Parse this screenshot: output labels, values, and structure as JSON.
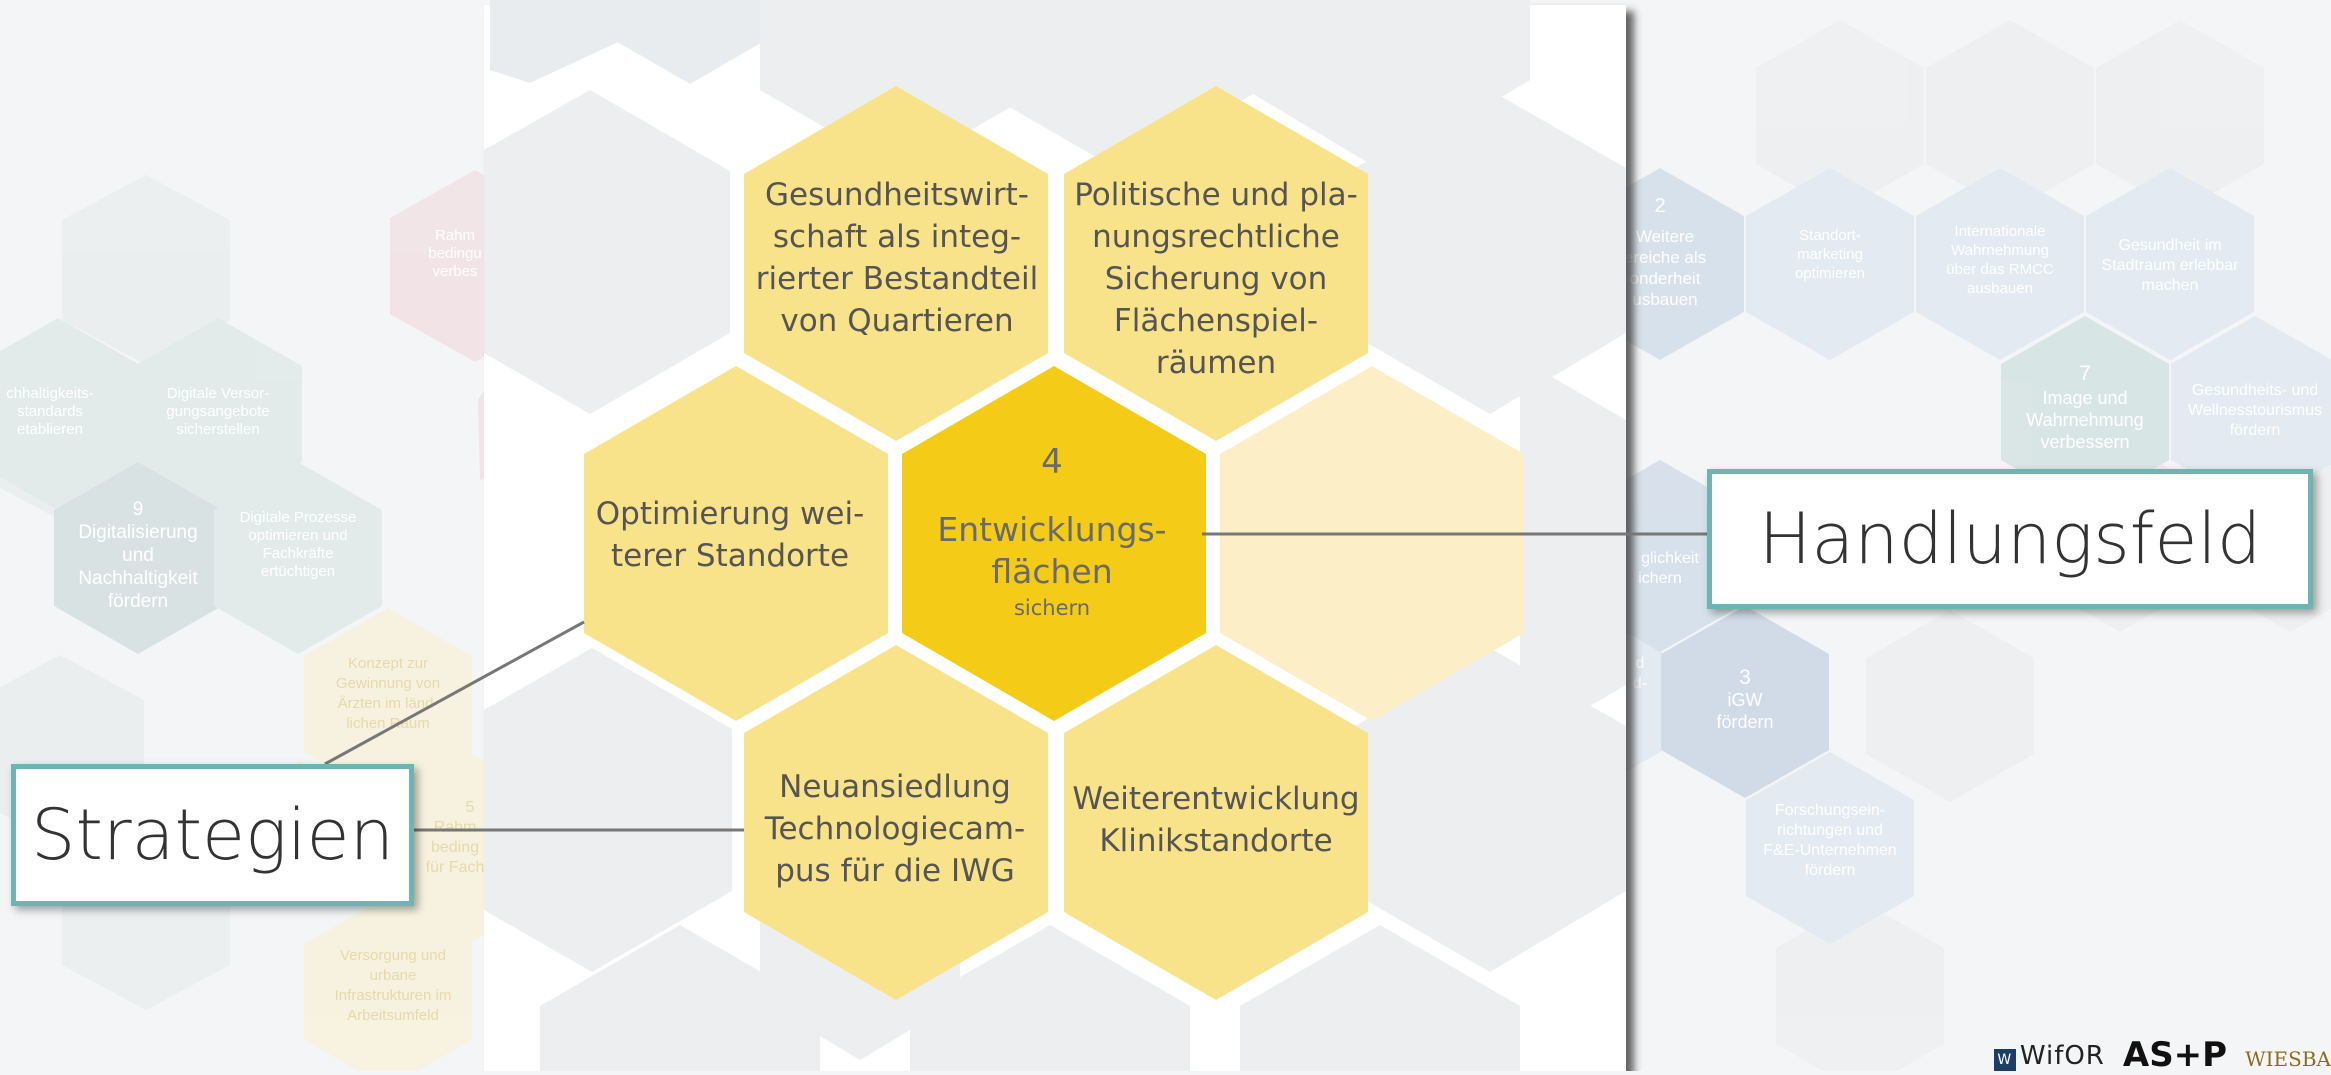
{
  "colors": {
    "background": "#f4f5f6",
    "panel": "#ffffff",
    "panel_shadow": "#3c3c3c",
    "hex_grey": "#e9ebed",
    "hex_grey_dark": "#dde1e3",
    "hex_yellow": "#f8e38a",
    "hex_yellow_light": "#fcefc7",
    "hex_center": "#f4cc18",
    "text_dark": "#555555",
    "text_center": "#6a6a6a",
    "line": "#777777",
    "callout_border": "#6fb3b3",
    "left_teal": "#d6e2e1",
    "left_teal_dark": "#c3d3d2",
    "left_pink": "#f1d7da",
    "left_yellow": "#fbf0cf",
    "right_blue": "#d8e3ee",
    "right_blue_dark": "#c4d4e4",
    "right_teal": "#c7dcda"
  },
  "center": {
    "number": "4",
    "title_lines": [
      "Entwicklungs-",
      "flächen"
    ],
    "subtitle": "sichern"
  },
  "strategies": [
    {
      "id": "top-left",
      "lines": [
        "Gesundheitswirt-",
        "schaft als integ-",
        "rierter Bestandteil",
        "von Quartieren"
      ]
    },
    {
      "id": "top-right",
      "lines": [
        "Politische und pla-",
        "nungsrechtliche",
        "Sicherung von",
        "Flächenspiel-",
        "räumen"
      ]
    },
    {
      "id": "left",
      "lines": [
        "Optimierung wei-",
        "terer Standorte"
      ]
    },
    {
      "id": "bottom-left",
      "lines": [
        "Neuansiedlung",
        "Technologiecam-",
        "pus für die IWG"
      ]
    },
    {
      "id": "bottom-right",
      "lines": [
        "Weiterentwicklung",
        "Klinikstandorte"
      ]
    }
  ],
  "callouts": {
    "handlungsfeld": "Handlungsfeld",
    "strategien": "Strategien"
  },
  "background_left": {
    "fragment_rahmen": [
      "Rahm",
      "bedingu",
      "verbes"
    ],
    "nachhaltigkeit": [
      "chhaltigkeits-",
      "standards",
      "etablieren"
    ],
    "digitale_versorgung": [
      "Digitale Versor-",
      "gungsangebote",
      "sicherstellen"
    ],
    "digitalisierung": {
      "number": "9",
      "lines": [
        "Digitalisierung",
        "und",
        "Nachhaltigkeit",
        "fördern"
      ]
    },
    "digitale_prozesse": [
      "Digitale Prozesse",
      "optimieren und",
      "Fachkräfte",
      "ertüchtigen"
    ],
    "konzept": [
      "Konzept zur",
      "Gewinnung von",
      "Ärzten im länd-",
      "lichen Raum"
    ],
    "fragment_5": {
      "number": "5",
      "lines": [
        "Rahm",
        "beding",
        "für Fach"
      ]
    },
    "versorgung": [
      "Versorgung und",
      "urbane",
      "Infrastrukturen im",
      "Arbeitsumfeld"
    ]
  },
  "background_right": {
    "weitere": {
      "number": "2",
      "lines": [
        "Weitere",
        "ereiche als",
        "onderheit",
        "usbauen"
      ]
    },
    "standortmarketing": [
      "Standort-",
      "marketing",
      "optimieren"
    ],
    "international": [
      "Internationale",
      "Wahrnehmung",
      "über das RMCC",
      "ausbauen"
    ],
    "gesundheit_stadtraum": [
      "Gesundheit im",
      "Stadtraum erlebbar",
      "machen"
    ],
    "image": {
      "number": "7",
      "lines": [
        "Image und",
        "Wahrnehmung",
        "verbessern"
      ]
    },
    "wellness": [
      "Gesundheits- und",
      "Wellnesstourismus",
      "fördern"
    ],
    "fragment_mid": [
      "glichkeit",
      "ichern"
    ],
    "fragment_d": [
      "d",
      "d-"
    ],
    "igw": {
      "number": "3",
      "lines": [
        "iGW",
        "fördern"
      ]
    },
    "forschung": [
      "Forschungsein-",
      "richtungen und",
      "F&E-Unternehmen",
      "fördern"
    ]
  },
  "logos": {
    "wifor_mark": "W",
    "wifor": "WifOR",
    "asp": "AS+P",
    "wiesbaden": "WIESBA"
  }
}
